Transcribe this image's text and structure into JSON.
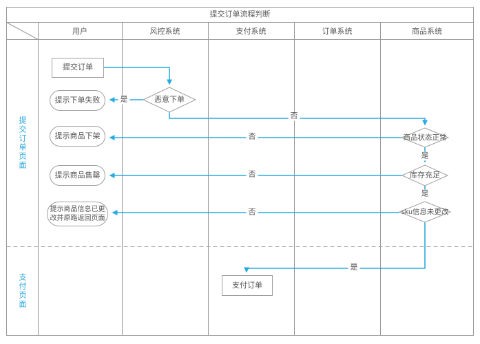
{
  "title": "提交订单流程判断",
  "lanes": {
    "items": [
      "用户",
      "风控系统",
      "支付系统",
      "订单系统",
      "商品系统"
    ]
  },
  "pages": {
    "submit": "提交订单页面",
    "pay": "支付页面"
  },
  "nodes": {
    "submit_order": "提交订单",
    "order_fail": "提示下单失败",
    "malicious_order": "恶意下单",
    "product_off_shelf": "提示商品下架",
    "product_status_normal": "商品状态正常",
    "product_sold_out": "提示商品售罄",
    "stock_sufficient": "库存充足",
    "product_info_changed": "提示商品信息已更改并原路返回页面",
    "sku_unchanged": "sku信息未更改",
    "pay_order": "支付订单"
  },
  "edges": {
    "malicious_yes": "是",
    "malicious_no": "否",
    "status_no": "否",
    "status_yes": "是",
    "stock_no": "否",
    "stock_yes": "是",
    "sku_no": "否",
    "sku_yes": "是"
  },
  "colors": {
    "accent": "#29abe2",
    "grid": "#999999",
    "text": "#555555"
  }
}
